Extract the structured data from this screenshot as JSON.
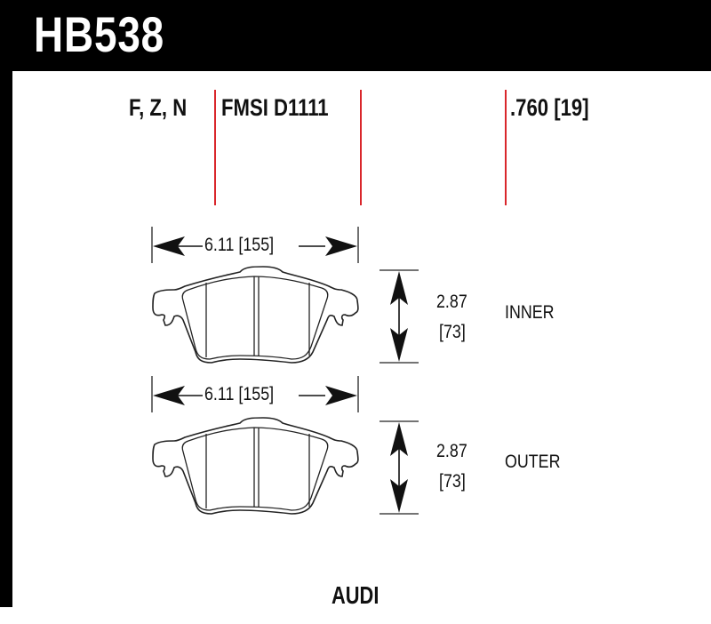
{
  "header": {
    "part_number": "HB538",
    "compounds": "F, Z, N",
    "fmsi": "FMSI D1111",
    "thickness": ".760 [19]"
  },
  "colors": {
    "header_bg": "#000000",
    "divider_red": "#d9262b",
    "ink": "#111111"
  },
  "pads": [
    {
      "position": "INNER",
      "width": "6.11 [155]",
      "height_in": "2.87",
      "height_mm": "[73]"
    },
    {
      "position": "OUTER",
      "width": "6.11 [155]",
      "height_in": "2.87",
      "height_mm": "[73]"
    }
  ],
  "vehicle_make": "AUDI",
  "icons": [
    "double-arrow-horizontal-icon",
    "double-arrow-vertical-icon",
    "brake-pad-outline-icon"
  ]
}
